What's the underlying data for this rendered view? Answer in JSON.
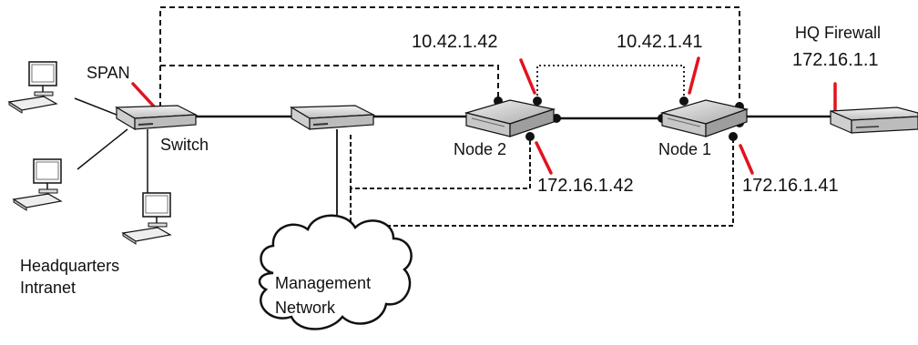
{
  "labels": {
    "span": "SPAN",
    "switch": "Switch",
    "headquarters_line1": "Headquarters",
    "headquarters_line2": "Intranet",
    "management_line1": "Management",
    "management_line2": "Network",
    "node2": "Node 2",
    "node1": "Node 1",
    "node2_mgmt_ip": "10.42.1.42",
    "node1_mgmt_ip": "10.42.1.41",
    "node2_data_ip": "172.16.1.42",
    "node1_data_ip": "172.16.1.41",
    "firewall_line1": "HQ Firewall",
    "firewall_line2": "172.16.1.1"
  },
  "icons": {
    "computer": "desktop-computer-icon",
    "switch": "network-switch-icon",
    "server": "server-node-icon",
    "cloud": "cloud-icon",
    "firewall": "firewall-appliance-icon"
  },
  "colors": {
    "callout": "#e0141e",
    "line": "#111111",
    "device_fill": "#e6e6e6"
  }
}
